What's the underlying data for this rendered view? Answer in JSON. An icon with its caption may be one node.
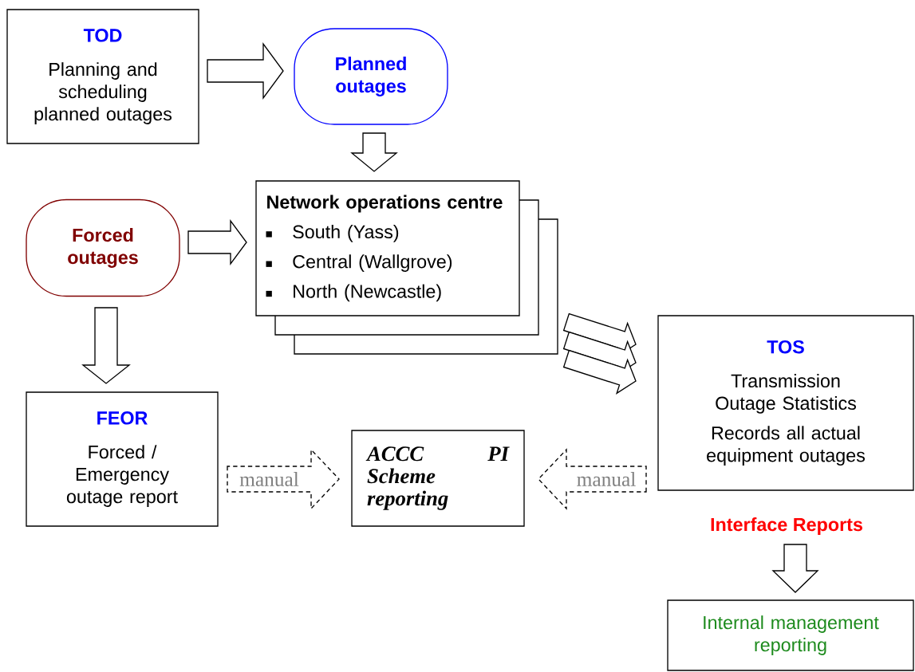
{
  "diagram": {
    "nodes": [
      {
        "text": [
          "TOD",
          "Planning and scheduling planned outages"
        ]
      },
      {
        "text": [
          "Planned outages"
        ]
      },
      {
        "text": [
          "Network operations centre",
          "South (Yass)",
          "Central (Wallgrove)",
          "North (Newcastle)"
        ]
      },
      {
        "text": [
          "Forced outages"
        ]
      },
      {
        "text": [
          "FEOR",
          "Forced / Emergency outage report"
        ]
      },
      {
        "text": [
          "ACCC PI Scheme reporting"
        ]
      },
      {
        "text": [
          "TOS",
          "Transmission Outage Statistics",
          "Records all actual equipment outages"
        ]
      },
      {
        "text": [
          "Interface Reports"
        ]
      },
      {
        "text": [
          "Internal management reporting"
        ]
      }
    ],
    "edges": [
      {
        "from": 0,
        "to": 1,
        "arrow": "to"
      },
      {
        "from": 1,
        "to": 2,
        "arrow": "to"
      },
      {
        "from": 3,
        "to": 2,
        "arrow": "to"
      },
      {
        "from": 2,
        "to": 6,
        "arrow": "to"
      },
      {
        "from": 2,
        "to": 6,
        "arrow": "to"
      },
      {
        "from": 2,
        "to": 6,
        "arrow": "to"
      },
      {
        "from": 3,
        "to": 4,
        "arrow": "to"
      },
      {
        "from": 4,
        "to": 5,
        "arrow": "to",
        "label": "manual",
        "style": "dashed"
      },
      {
        "from": 6,
        "to": 5,
        "arrow": "to",
        "label": "manual",
        "style": "dashed"
      },
      {
        "from": 7,
        "to": 8,
        "arrow": "to"
      }
    ]
  }
}
